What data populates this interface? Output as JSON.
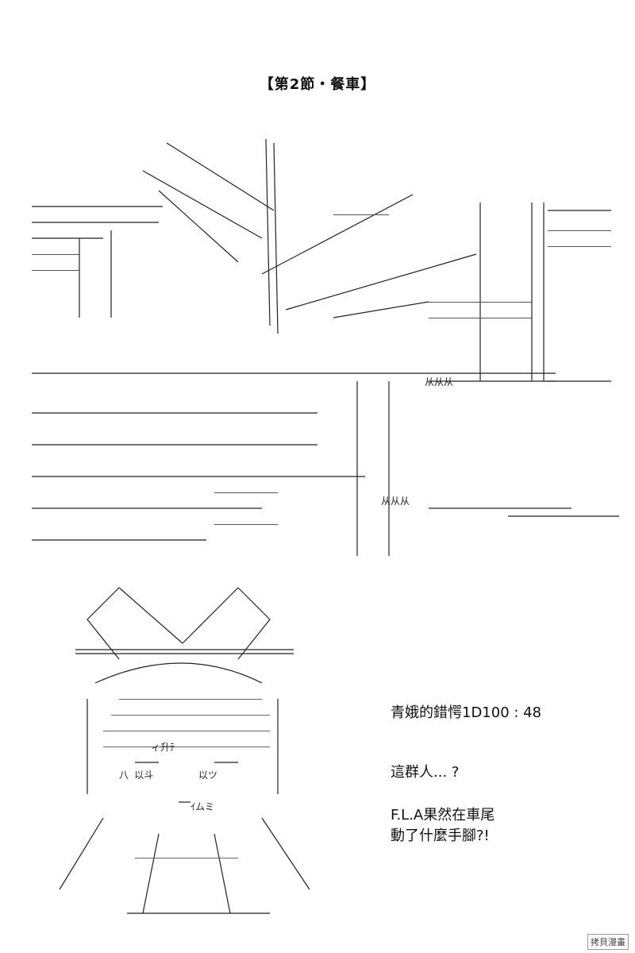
{
  "title": "【第2節・餐車】",
  "notes": {
    "roll": "青娥的錯愕1D100 : 48",
    "line1": "這群人... ?",
    "line2": "F.L.A果然在車尾",
    "line3": "動了什麼手腳?!"
  },
  "watermark": "拷貝漫畫",
  "art_labels": {
    "train_text_1": "从从从",
    "train_text_2": "从从从",
    "char_text_1": "八 以斗",
    "char_text_2": "以ツ",
    "char_text_3": "ィ升ﾃ",
    "char_text_4": "ｲムミ"
  }
}
